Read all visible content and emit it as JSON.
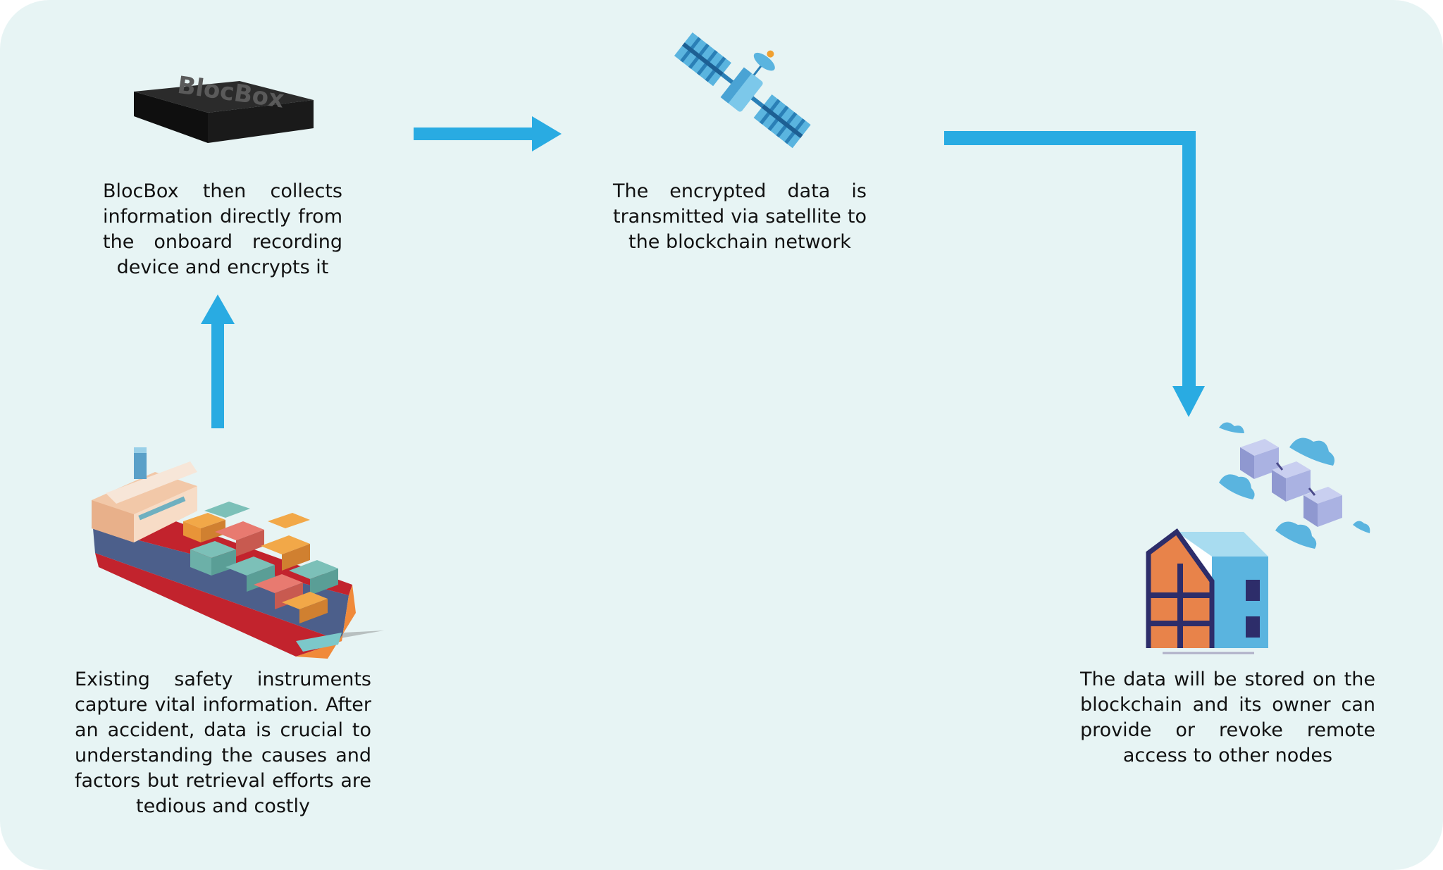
{
  "colors": {
    "background": "#e7f4f4",
    "arrow": "#29abe2",
    "text": "#111111"
  },
  "steps": [
    {
      "id": "blocbox",
      "icon": "blocbox-device-icon",
      "device_label": "BlocBox",
      "caption": "BlocBox then collects information directly from the onboard recording device and encrypts it"
    },
    {
      "id": "satellite",
      "icon": "satellite-icon",
      "caption": "The encrypted data is transmitted via satellite to the blockchain network"
    },
    {
      "id": "ship",
      "icon": "container-ship-icon",
      "caption": "Existing safety instruments capture vital information. After an accident, data is crucial to understanding the causes and factors but retrieval efforts are tedious and costly"
    },
    {
      "id": "storage",
      "icon": "blockchain-cloud-house-icon",
      "caption": "The data will be stored on the blockchain and its owner can provide or revoke remote access to other nodes"
    }
  ],
  "arrows": [
    {
      "from": "ship",
      "to": "blocbox",
      "direction": "up"
    },
    {
      "from": "blocbox",
      "to": "satellite",
      "direction": "right"
    },
    {
      "from": "satellite",
      "to": "storage",
      "direction": "right-then-down"
    }
  ]
}
